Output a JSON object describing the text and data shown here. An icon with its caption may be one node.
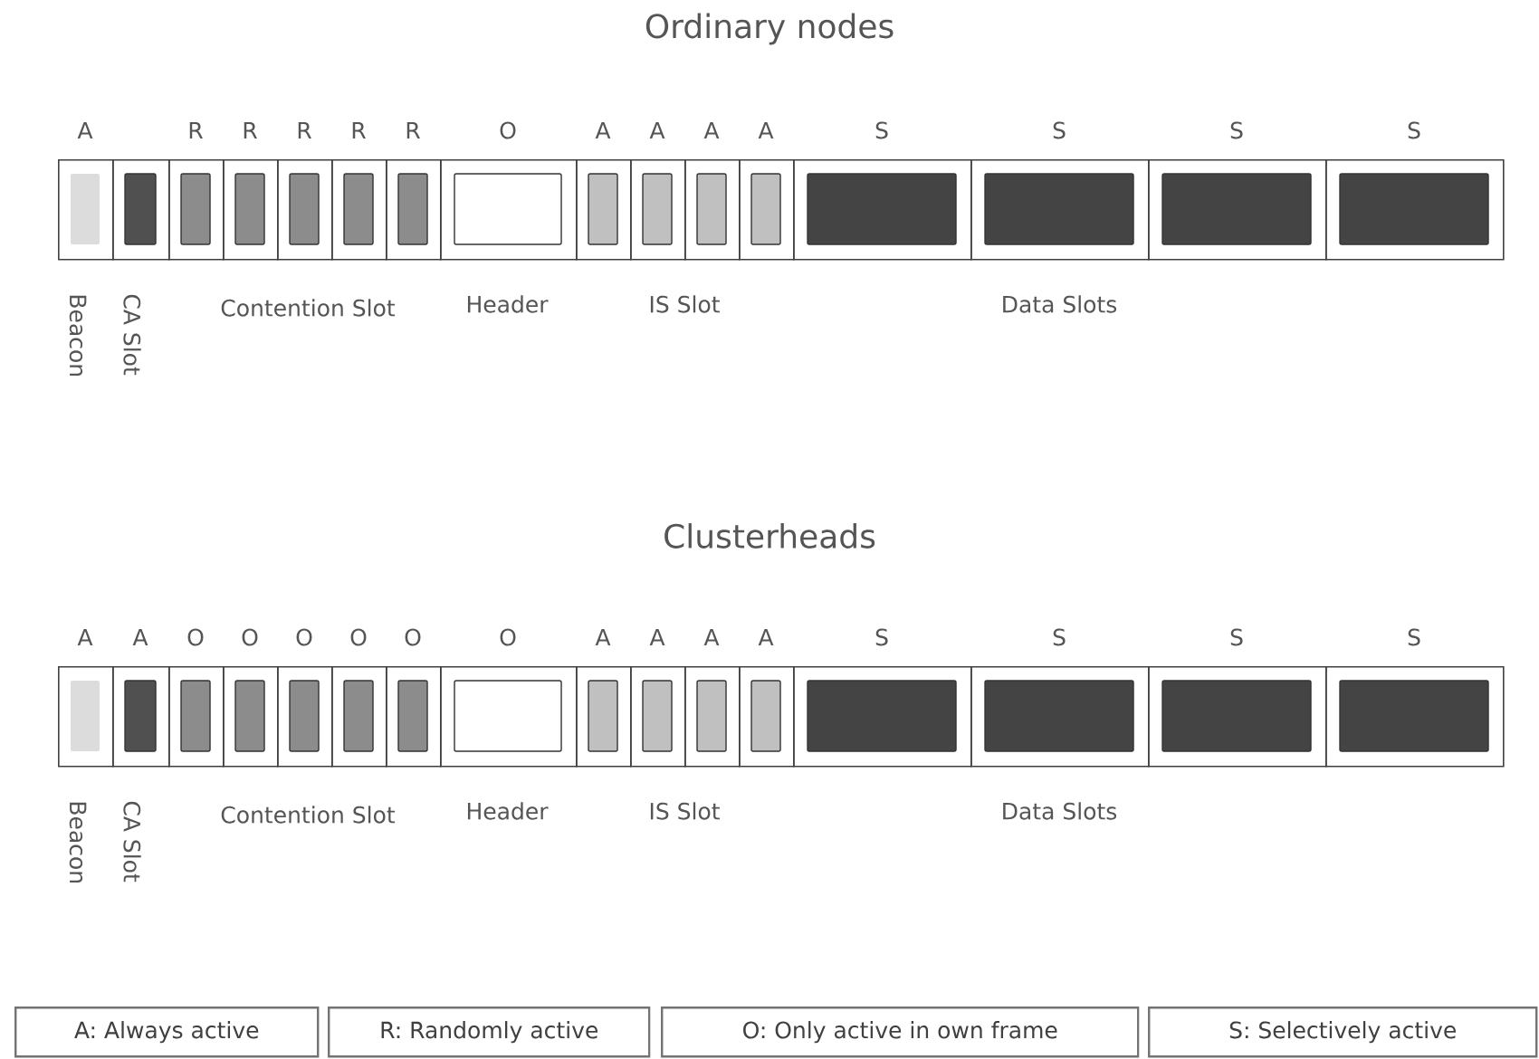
{
  "diagram": {
    "nodes": [
      {
        "text": [],
        "shape": "box"
      },
      {
        "text": [],
        "shape": "box"
      },
      {
        "text": [],
        "shape": "box"
      },
      {
        "text": [],
        "shape": "box"
      },
      {
        "text": [],
        "shape": "box"
      },
      {
        "text": [],
        "shape": "box"
      },
      {
        "text": [],
        "shape": "box"
      },
      {
        "text": [],
        "shape": "box"
      },
      {
        "text": [],
        "shape": "box"
      },
      {
        "text": [],
        "shape": "box"
      },
      {
        "text": [],
        "shape": "box"
      },
      {
        "text": [],
        "shape": "box"
      },
      {
        "text": [],
        "shape": "box"
      },
      {
        "text": [],
        "shape": "box"
      },
      {
        "text": [],
        "shape": "box"
      },
      {
        "text": [],
        "shape": "box"
      },
      {
        "text": [],
        "shape": "box"
      },
      {
        "text": [],
        "shape": "box"
      },
      {
        "text": [],
        "shape": "box"
      },
      {
        "text": [],
        "shape": "box"
      },
      {
        "text": [],
        "shape": "box"
      },
      {
        "text": [],
        "shape": "box"
      },
      {
        "text": [],
        "shape": "box"
      },
      {
        "text": [],
        "shape": "box"
      },
      {
        "text": [],
        "shape": "box"
      },
      {
        "text": [],
        "shape": "box"
      },
      {
        "text": [],
        "shape": "box"
      },
      {
        "text": [],
        "shape": "box"
      },
      {
        "text": [],
        "shape": "box"
      },
      {
        "text": [],
        "shape": "box"
      },
      {
        "text": [],
        "shape": "box"
      },
      {
        "text": [],
        "shape": "box"
      },
      {
        "text": [
          "A: Always active"
        ]
      },
      {
        "text": [
          "R: Randomly active"
        ]
      },
      {
        "text": [
          "O: Only active in own frame"
        ]
      },
      {
        "text": [
          "S: Selectively active"
        ]
      }
    ],
    "labels": [
      "Ordinary nodes",
      "A",
      "R",
      "R",
      "R",
      "R",
      "R",
      "O",
      "A",
      "A",
      "A",
      "A",
      "S",
      "S",
      "S",
      "S",
      "Beacon",
      "CA Slot",
      "Contention Slot",
      "Header",
      "IS Slot",
      "Data Slots",
      "Clusterheads",
      "A",
      "A",
      "O",
      "O",
      "O",
      "O",
      "O",
      "O",
      "A",
      "A",
      "A",
      "A",
      "S",
      "S",
      "S",
      "S",
      "Beacon",
      "CA Slot",
      "Contention Slot",
      "Header",
      "IS Slot",
      "Data Slots"
    ]
  }
}
